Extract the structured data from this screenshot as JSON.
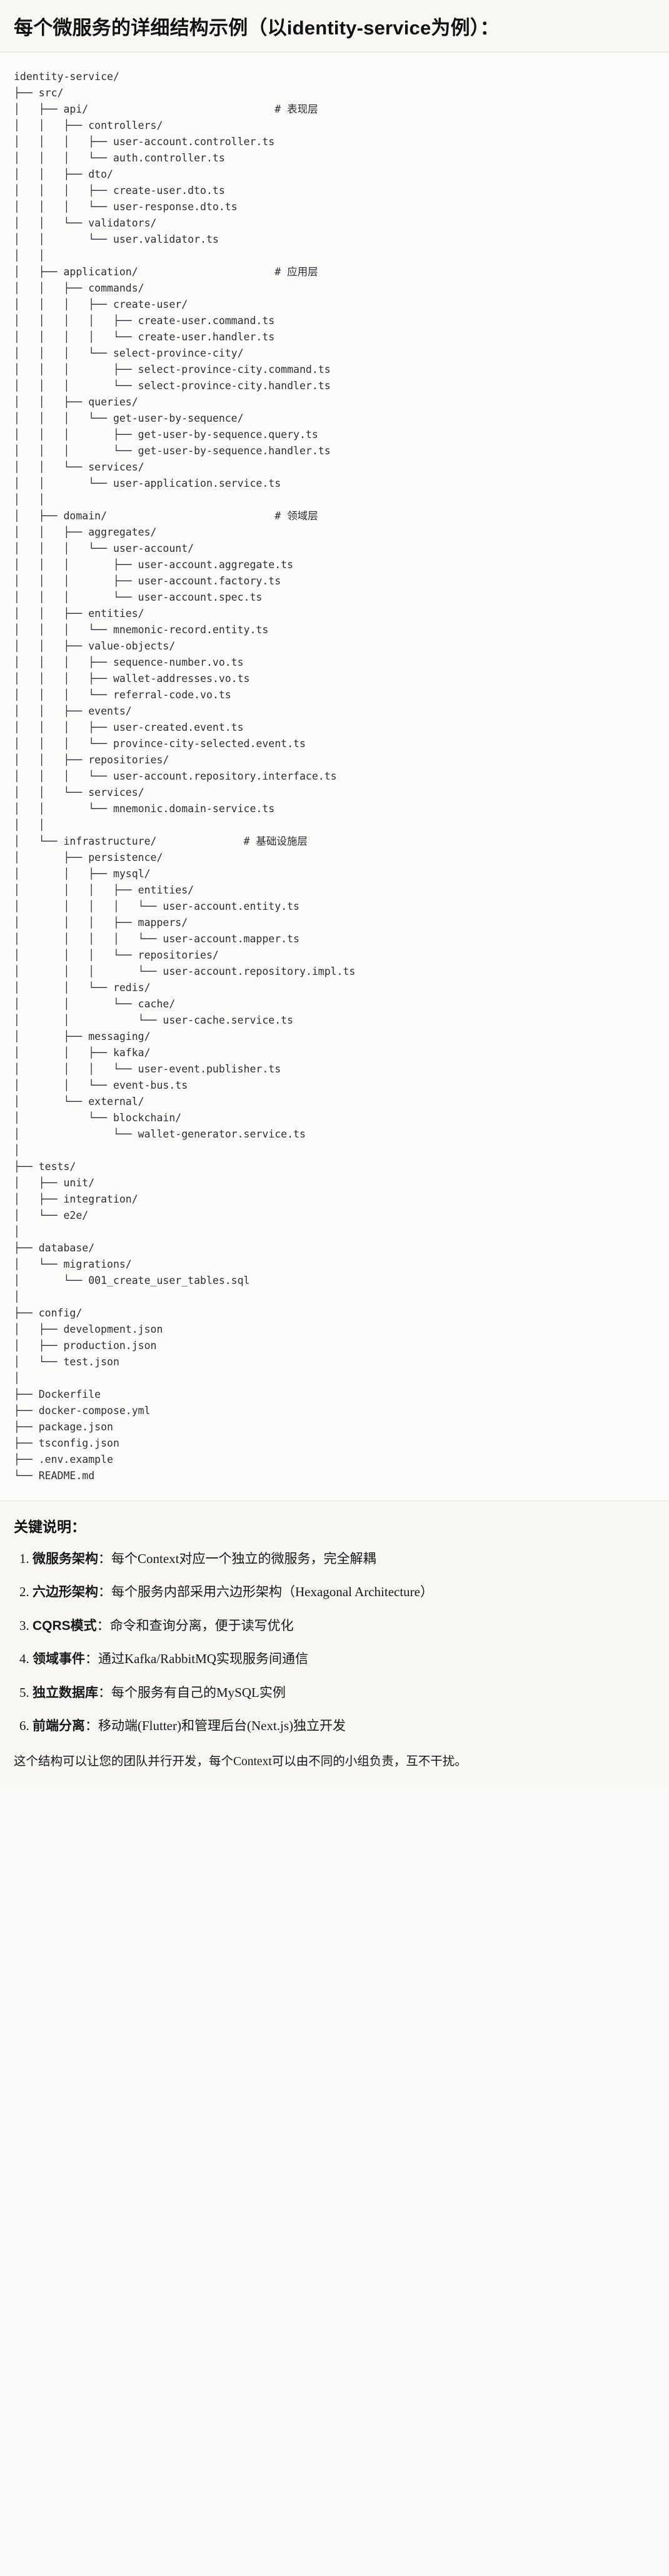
{
  "header": {
    "title": "每个微服务的详细结构示例（以identity-service为例）："
  },
  "tree": {
    "root_label": "identity-service/",
    "comments": {
      "api": "# 表现层",
      "application": "# 应用层",
      "domain": "# 领域层",
      "infrastructure": "# 基础设施层"
    },
    "text": "identity-service/\n├── src/\n│   ├── api/                              # 表现层\n│   │   ├── controllers/\n│   │   │   ├── user-account.controller.ts\n│   │   │   └── auth.controller.ts\n│   │   ├── dto/\n│   │   │   ├── create-user.dto.ts\n│   │   │   └── user-response.dto.ts\n│   │   └── validators/\n│   │       └── user.validator.ts\n│   │\n│   ├── application/                      # 应用层\n│   │   ├── commands/\n│   │   │   ├── create-user/\n│   │   │   │   ├── create-user.command.ts\n│   │   │   │   └── create-user.handler.ts\n│   │   │   └── select-province-city/\n│   │   │       ├── select-province-city.command.ts\n│   │   │       └── select-province-city.handler.ts\n│   │   ├── queries/\n│   │   │   └── get-user-by-sequence/\n│   │   │       ├── get-user-by-sequence.query.ts\n│   │   │       └── get-user-by-sequence.handler.ts\n│   │   └── services/\n│   │       └── user-application.service.ts\n│   │\n│   ├── domain/                           # 领域层\n│   │   ├── aggregates/\n│   │   │   └── user-account/\n│   │   │       ├── user-account.aggregate.ts\n│   │   │       ├── user-account.factory.ts\n│   │   │       └── user-account.spec.ts\n│   │   ├── entities/\n│   │   │   └── mnemonic-record.entity.ts\n│   │   ├── value-objects/\n│   │   │   ├── sequence-number.vo.ts\n│   │   │   ├── wallet-addresses.vo.ts\n│   │   │   └── referral-code.vo.ts\n│   │   ├── events/\n│   │   │   ├── user-created.event.ts\n│   │   │   └── province-city-selected.event.ts\n│   │   ├── repositories/\n│   │   │   └── user-account.repository.interface.ts\n│   │   └── services/\n│   │       └── mnemonic.domain-service.ts\n│   │\n│   └── infrastructure/              # 基础设施层\n│       ├── persistence/\n│       │   ├── mysql/\n│       │   │   ├── entities/\n│       │   │   │   └── user-account.entity.ts\n│       │   │   ├── mappers/\n│       │   │   │   └── user-account.mapper.ts\n│       │   │   └── repositories/\n│       │   │       └── user-account.repository.impl.ts\n│       │   └── redis/\n│       │       └── cache/\n│       │           └── user-cache.service.ts\n│       ├── messaging/\n│       │   ├── kafka/\n│       │   │   └── user-event.publisher.ts\n│       │   └── event-bus.ts\n│       └── external/\n│           └── blockchain/\n│               └── wallet-generator.service.ts\n│\n├── tests/\n│   ├── unit/\n│   ├── integration/\n│   └── e2e/\n│\n├── database/\n│   └── migrations/\n│       └── 001_create_user_tables.sql\n│\n├── config/\n│   ├── development.json\n│   ├── production.json\n│   └── test.json\n│\n├── Dockerfile\n├── docker-compose.yml\n├── package.json\n├── tsconfig.json\n├── .env.example\n└── README.md"
  },
  "notes": {
    "title": "关键说明：",
    "items": [
      {
        "label": "微服务架构",
        "sep": "：",
        "text": "每个Context对应一个独立的微服务，完全解耦"
      },
      {
        "label": "六边形架构",
        "sep": "：",
        "text": "每个服务内部采用六边形架构（Hexagonal Architecture）"
      },
      {
        "label": "CQRS模式",
        "sep": "：",
        "text": "命令和查询分离，便于读写优化"
      },
      {
        "label": "领域事件",
        "sep": "：",
        "text": "通过Kafka/RabbitMQ实现服务间通信"
      },
      {
        "label": "独立数据库",
        "sep": "：",
        "text": "每个服务有自己的MySQL实例"
      },
      {
        "label": "前端分离",
        "sep": "：",
        "text": "移动端(Flutter)和管理后台(Next.js)独立开发"
      }
    ],
    "footer": "这个结构可以让您的团队并行开发，每个Context可以由不同的小组负责，互不干扰。"
  }
}
